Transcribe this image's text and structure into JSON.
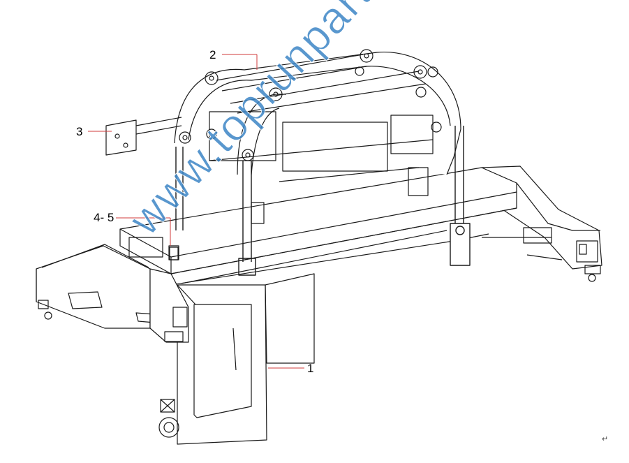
{
  "labels": {
    "part_1": "1",
    "part_2": "2",
    "part_3": "3",
    "part_4_5": "4- 5"
  },
  "watermark": {
    "text": "www.toprunpart.com",
    "color": "#3d86c6"
  },
  "leader_color": "#d23b3b",
  "return_mark": "↵"
}
